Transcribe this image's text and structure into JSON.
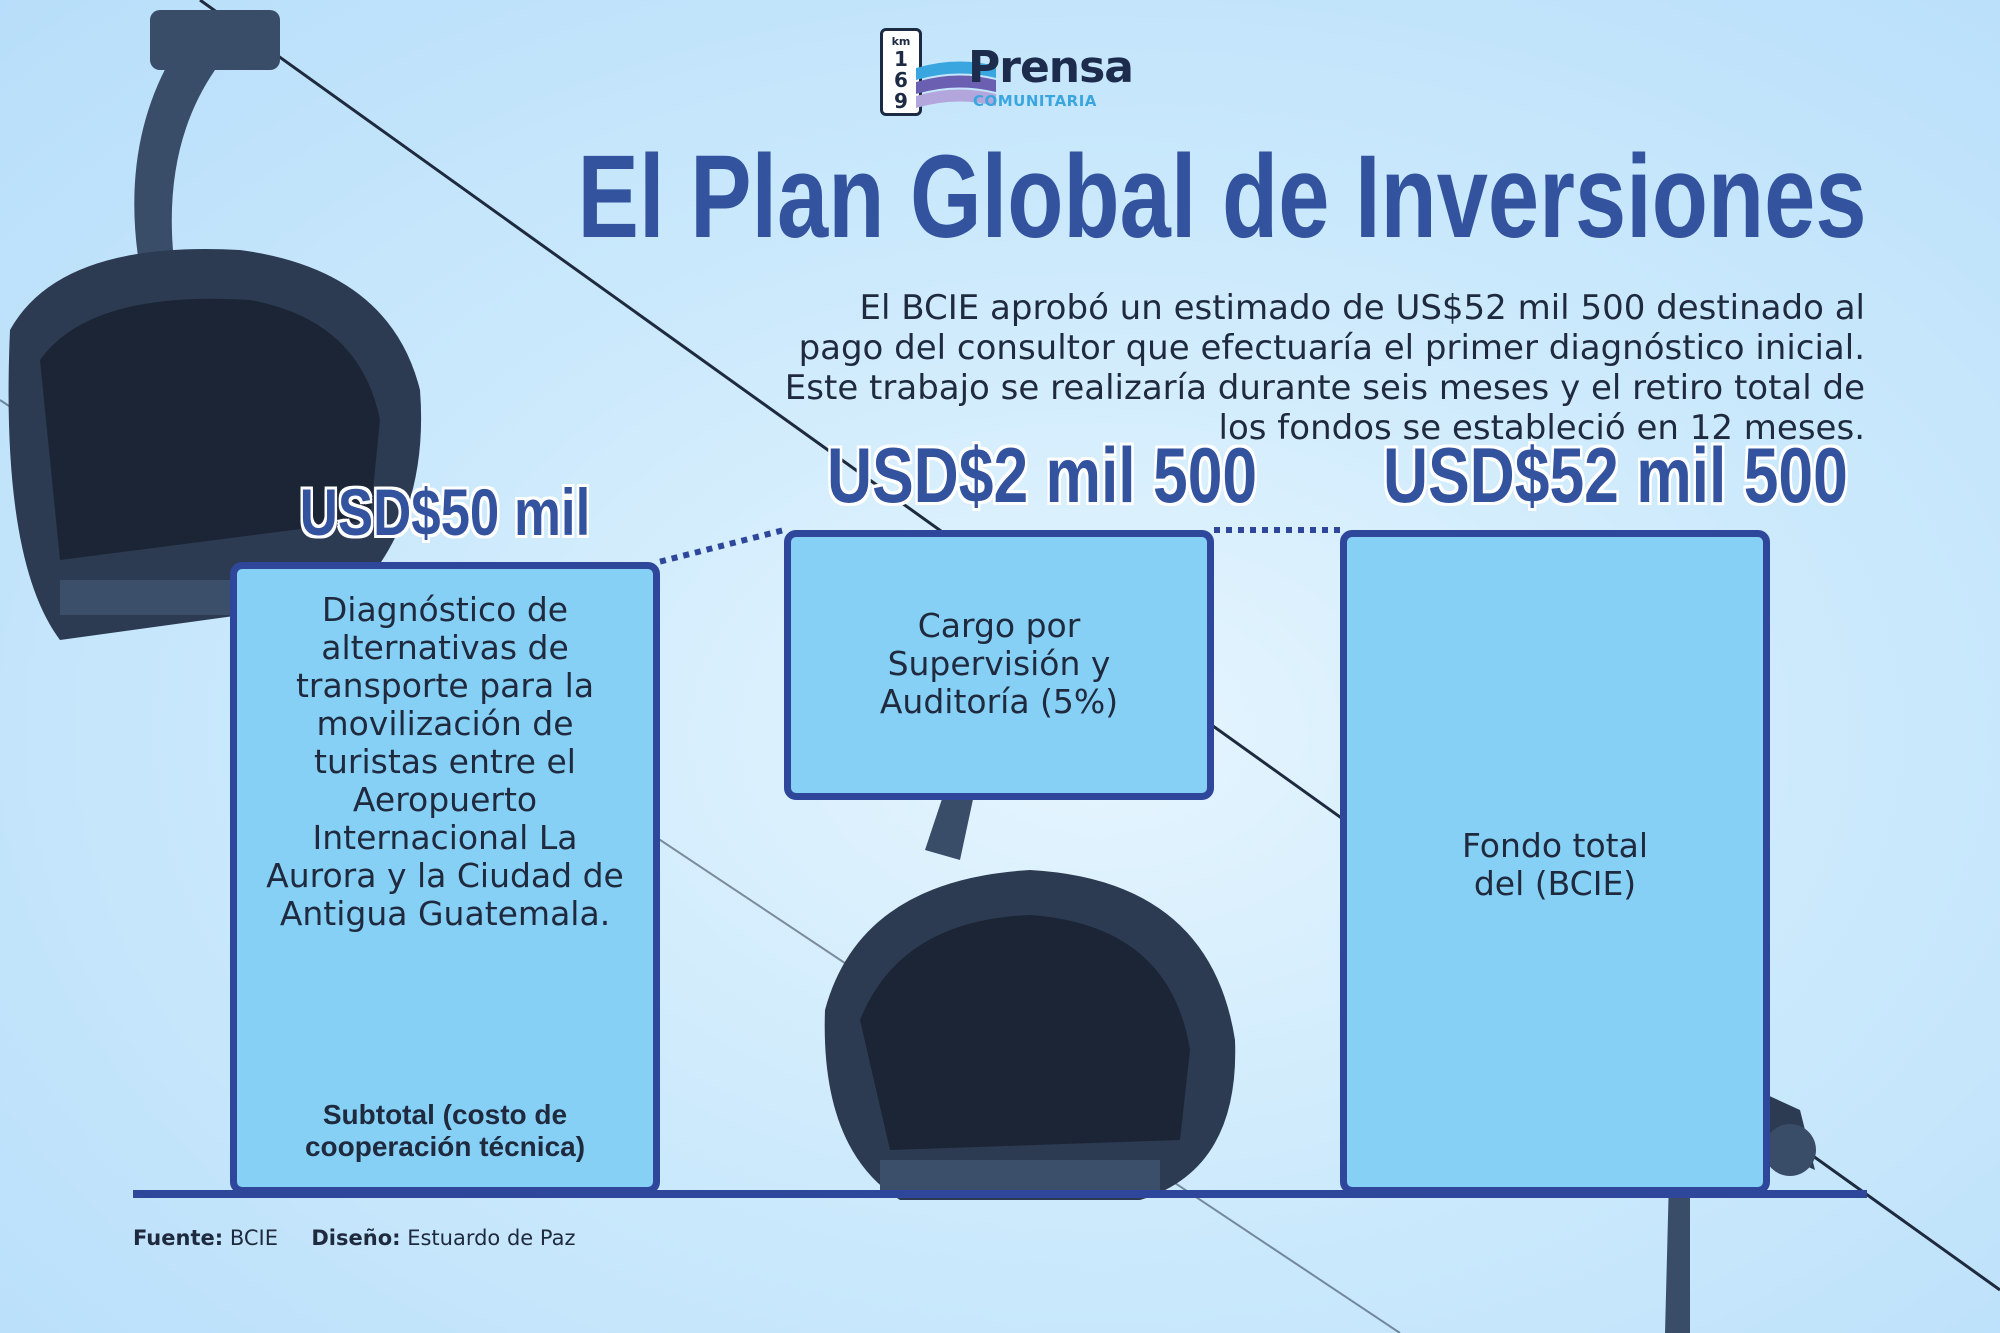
{
  "logo": {
    "km_unit": "km",
    "km_digits": [
      "1",
      "6",
      "9"
    ],
    "name": "Prensa",
    "sub": "COMUNITARIA"
  },
  "title": "El Plan Global de Inversiones",
  "intro": "El BCIE aprobó un estimado de US$52 mil 500 destinado al pago del consultor que efectuaría el primer diagnóstico inicial. Este trabajo se realizaría durante seis meses y el retiro total de los fondos se estableció en 12 meses.",
  "colors": {
    "accent": "#33539f",
    "box_fill": "#86cff5",
    "box_border": "#2e479b",
    "baseline": "#2e479b",
    "text": "#1f2a3e"
  },
  "chart_data": {
    "type": "bar",
    "title": "El Plan Global de Inversiones",
    "categories": [
      "Diagnóstico de alternativas de transporte para la movilización de turistas entre el Aeropuerto Internacional La Aurora y la Ciudad de Antigua Guatemala.",
      "Cargo por Supervisión y Auditoría (5%)",
      "Fondo total del (BCIE)"
    ],
    "values": [
      50000,
      2500,
      52500
    ],
    "value_labels": [
      "USD$50 mil",
      "USD$2 mil 500",
      "USD$52 mil 500"
    ],
    "stack_base": [
      0,
      50000,
      0
    ],
    "box_texts": [
      "Diagnóstico de alternativas de transporte para la movilización de turistas entre el Aeropuerto Internacional La Aurora y la Ciudad de Antigua Guatemala.",
      "Cargo por Supervisión y Auditoría (5%)",
      "Fondo total del (BCIE)"
    ],
    "box_notes": [
      "Subtotal (costo de cooperación técnica)",
      "",
      ""
    ],
    "connectors": "dotted",
    "grid": false
  },
  "footer": {
    "source_label": "Fuente:",
    "source": "BCIE",
    "design_label": "Diseño:",
    "designer": "Estuardo de Paz"
  }
}
